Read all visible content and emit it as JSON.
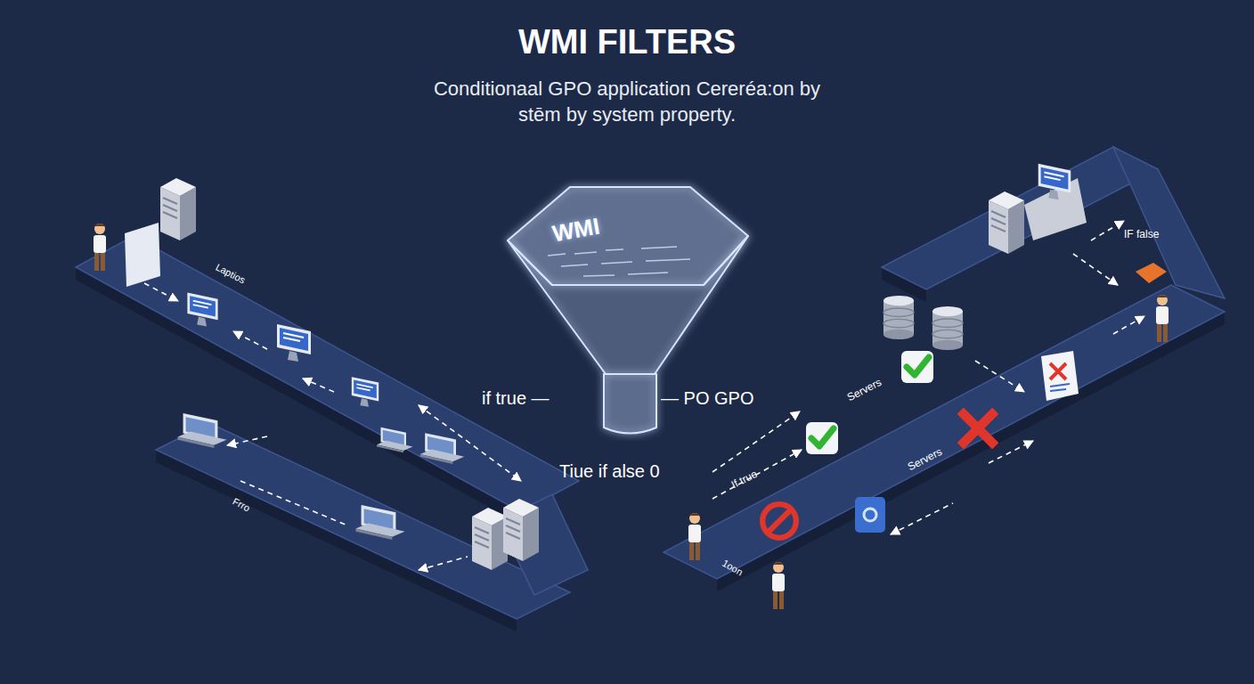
{
  "diagram": {
    "title": "WMI FILTERS",
    "caption": "Conditionaal GPO application Cereréa:on by stēm by system property.",
    "nodes": [
      {
        "text": [
          "WMI"
        ]
      }
    ],
    "labels": [
      "if true —",
      "— PO GPO",
      "Tiue if alse 0",
      "Laptios",
      "Frro",
      "Servers",
      "Servers",
      "If true",
      "IF false",
      "1oon"
    ]
  }
}
